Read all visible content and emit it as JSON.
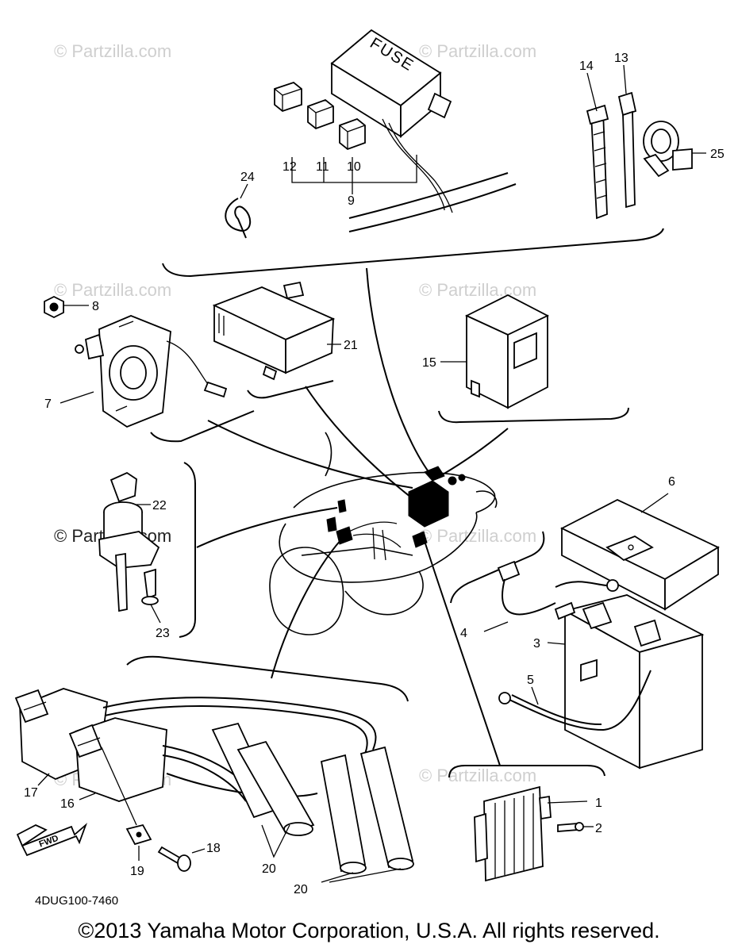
{
  "diagram": {
    "fuse_box_text": "FUSE",
    "fwd_arrow_text": "FWD",
    "drawing_code": "4DUG100-7460",
    "copyright": "©2013 Yamaha Motor Corporation, U.S.A. All rights reserved.",
    "watermark": "© Partzilla.com",
    "callouts": {
      "c1": "1",
      "c2": "2",
      "c3": "3",
      "c4": "4",
      "c5": "5",
      "c6": "6",
      "c7": "7",
      "c8": "8",
      "c9": "9",
      "c10": "10",
      "c11": "11",
      "c12": "12",
      "c13": "13",
      "c14": "14",
      "c15": "15",
      "c16": "16",
      "c17": "17",
      "c18": "18",
      "c19": "19",
      "c20a": "20",
      "c20b": "20",
      "c21": "21",
      "c22": "22",
      "c23": "23",
      "c24": "24",
      "c25": "25"
    }
  }
}
